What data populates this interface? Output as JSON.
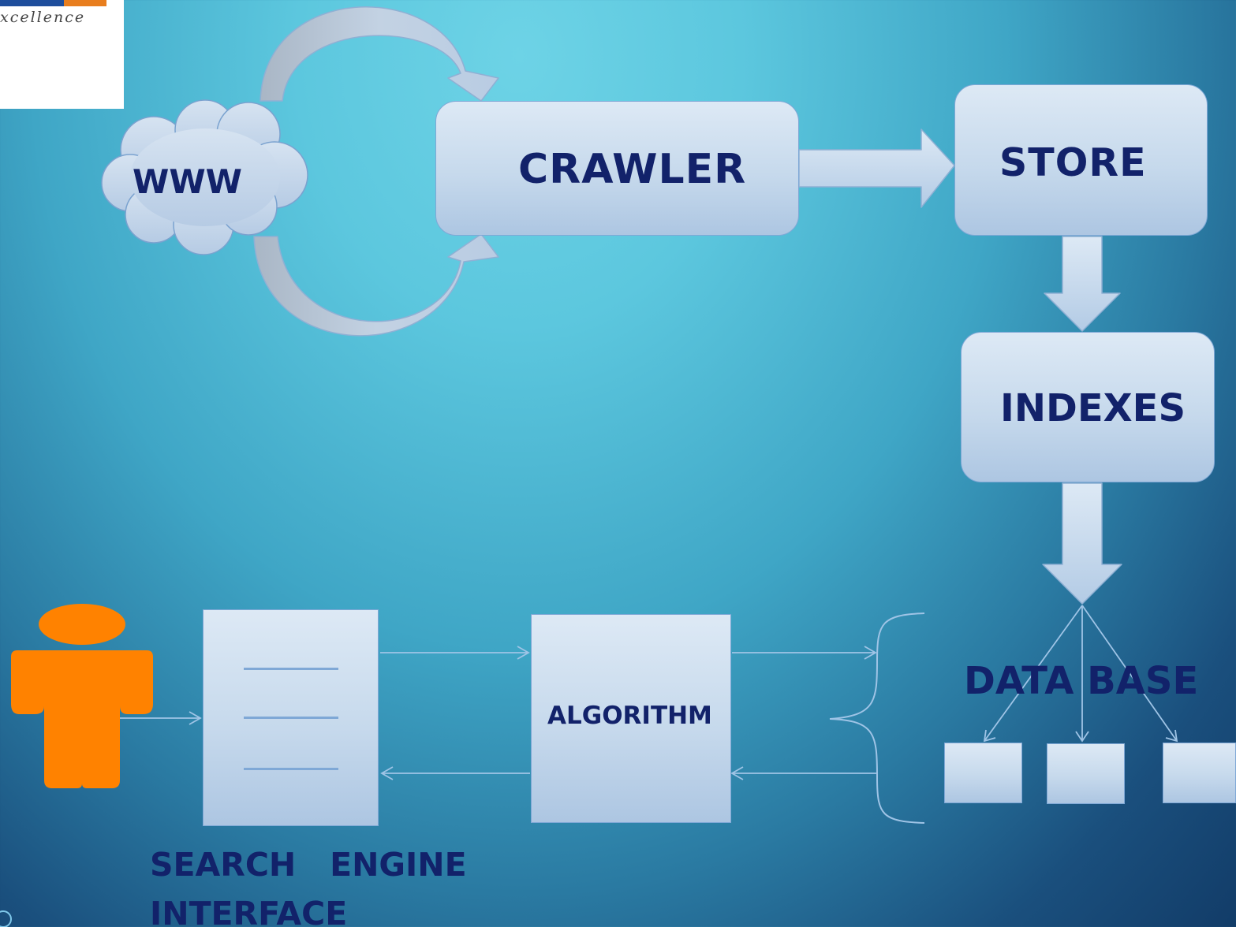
{
  "logo": {
    "text": "xcellence"
  },
  "nodes": {
    "www": "WWW",
    "crawler": "CRAWLER",
    "store": "STORE",
    "indexes": "INDEXES",
    "database": "DATA BASE",
    "algorithm": "ALGORITHM",
    "search_engine_interface": "SEARCH   ENGINE\nINTERFACE"
  },
  "colors": {
    "label_text": "#12226a",
    "box_fill_top": "#dde9f5",
    "box_fill_bottom": "#adc6e2",
    "user_figure": "#ff8200",
    "connector_line": "#9fc4e6"
  },
  "icons": [
    "cloud-icon",
    "user-icon",
    "curved-arrow-icon",
    "block-arrow-icon"
  ]
}
